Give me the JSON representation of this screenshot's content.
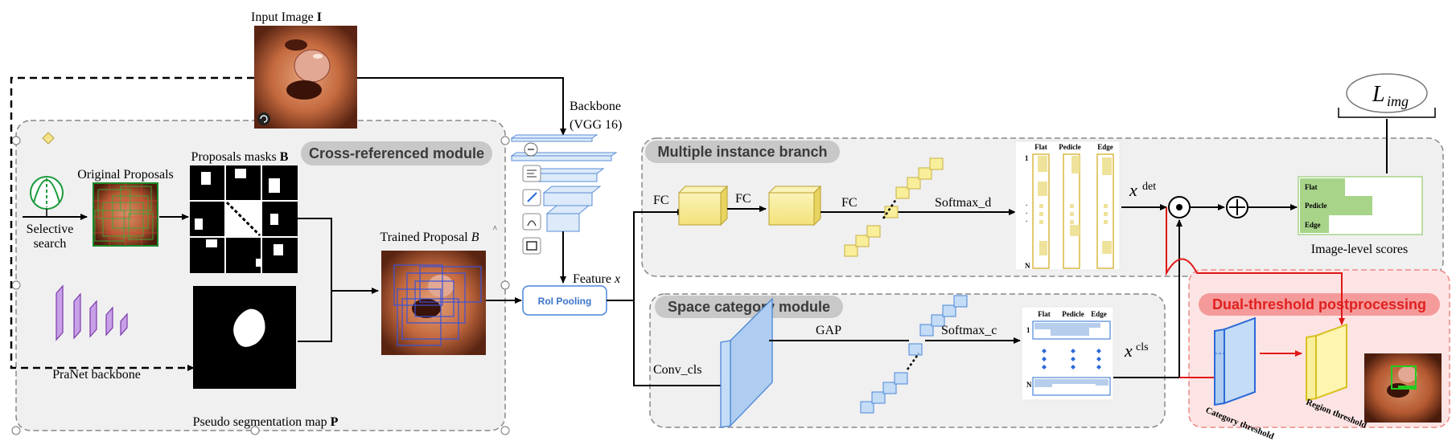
{
  "input_image_label": "Input Image ",
  "input_image_symbol": "I",
  "backbone_label_1": "Backbone",
  "backbone_label_2": "(VGG 16)",
  "cross_module_title": "Cross-referenced module",
  "proposals_masks_label": "Proposals masks ",
  "proposals_masks_symbol": "B",
  "original_proposals_label": "Original Proposals",
  "selective_search_label_1": "Selective",
  "selective_search_label_2": "search",
  "trained_proposal_label": "Trained Proposal ",
  "trained_proposal_symbol": "B",
  "pranet_label": "PraNet backbone",
  "pseudo_seg_label": "Pseudo segmentation map ",
  "pseudo_seg_symbol": "P",
  "feature_label": "Feature ",
  "feature_symbol": "x",
  "roi_pooling_label": "RoI Pooling",
  "mib_title": "Multiple instance branch",
  "fc_labels": [
    "FC",
    "FC",
    "FC"
  ],
  "softmax_d_label": "Softmax_d",
  "x_det_base": "x",
  "x_det_sup": "det",
  "scm_title": "Space category module",
  "conv_cls_label": "Conv_cls",
  "gap_label": "GAP",
  "softmax_c_label": "Softmax_c",
  "x_cls_base": "x",
  "x_cls_sup": "cls",
  "score_columns": [
    "Flat",
    "Pedicle",
    "Edge"
  ],
  "row_markers": [
    "1",
    "N"
  ],
  "image_level_scores_label": "Image-level scores",
  "score_rows": [
    "Flat",
    "Pedicle",
    "Edge"
  ],
  "loss_base": "L",
  "loss_sub": "img",
  "dual_threshold_title": "Dual-threshold postprocessing",
  "category_threshold_label": "Category threshold",
  "region_threshold_label": "Region threshold",
  "colors": {
    "module_bg": "#f0f0f0",
    "module_border": "#888888",
    "title_pill": "#c8c8c8",
    "dual_bg": "#fde4e4",
    "dual_border": "#ee8888",
    "dual_title_pill": "#f59a9a",
    "dual_title_text": "#e02020",
    "fc_yellow": "#f9ee9a",
    "feature_blue": "#c4dcf6",
    "red_arrow": "#e01818",
    "score_green": "#a8d48a"
  },
  "icons": [
    "selective-search-icon",
    "zoom-out-icon",
    "align-icon",
    "edit-icon",
    "style-icon",
    "layout-icon",
    "rotate-icon"
  ]
}
